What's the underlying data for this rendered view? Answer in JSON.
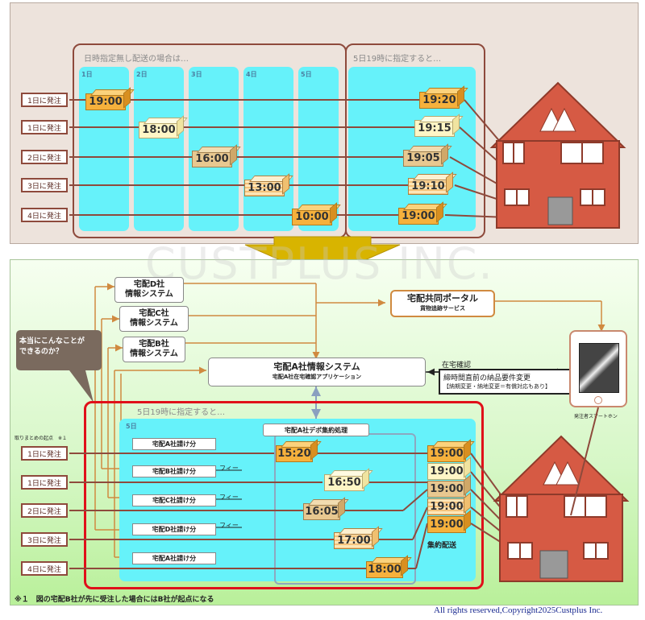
{
  "top": {
    "label_no_date": "日時指定無し配送の場合は…",
    "label_date": "5日19時に指定すると…",
    "days": [
      "1日",
      "2日",
      "3日",
      "4日",
      "5日"
    ],
    "orders": [
      "1日に発注",
      "1日に発注",
      "2日に発注",
      "3日に発注",
      "4日に発注"
    ],
    "deliveries": [
      "19:00",
      "18:00",
      "16:00",
      "13:00",
      "10:00"
    ],
    "deliveries_specified": [
      "19:20",
      "19:15",
      "19:05",
      "19:10",
      "19:00"
    ]
  },
  "watermark": "CUSTPLUS INC.",
  "bottom": {
    "systems": {
      "d": [
        "宅配D社",
        "情報システム"
      ],
      "c": [
        "宅配C社",
        "情報システム"
      ],
      "b": [
        "宅配B社",
        "情報システム"
      ],
      "portal_title": "宅配共同ポータル",
      "portal_sub": "貨物追跡サービス",
      "a_title": "宅配A社情報システム",
      "a_sub": "宅配A社在宅確認アプリケーション"
    },
    "bubble": [
      "本当にこんなことが",
      "できるのか？"
    ],
    "info": {
      "label": "在宅確認",
      "line1": "締時間直前の納品要件変更",
      "line2": "【納期変更・納地変更＝有償対応もあり】"
    },
    "phone_caption": "発注者スマートホン",
    "label_date": "5日19時に指定すると…",
    "day5": "5日",
    "depot": "宅配A社デポ集約処理",
    "origin_label": "取りまとめの起点　※１",
    "orders": [
      "1日に発注",
      "1日に発注",
      "2日に発注",
      "3日に発注",
      "4日に発注"
    ],
    "subcontracts": [
      "宅配A社請け分",
      "宅配B社請け分",
      "宅配C社請け分",
      "宅配D社請け分",
      "宅配A社請け分"
    ],
    "fee": "フィー",
    "depot_times": [
      "15:20",
      "16:50",
      "16:05",
      "17:00",
      "18:00"
    ],
    "final_times": [
      "19:00",
      "19:00",
      "19:00",
      "19:00",
      "19:00"
    ],
    "consolidated": "集約配送",
    "footnote": "※１　図の宅配B社が先に受注した場合にはB社が起点になる"
  },
  "copyright": "All rights reserved,Copyright2025Custplus Inc.",
  "colors": {
    "orange_box": "#f6b13c",
    "cream_box": "#fff6c6",
    "house": "#d65a44",
    "cyan": "#66f2fa",
    "red_frame": "#e0101a"
  }
}
